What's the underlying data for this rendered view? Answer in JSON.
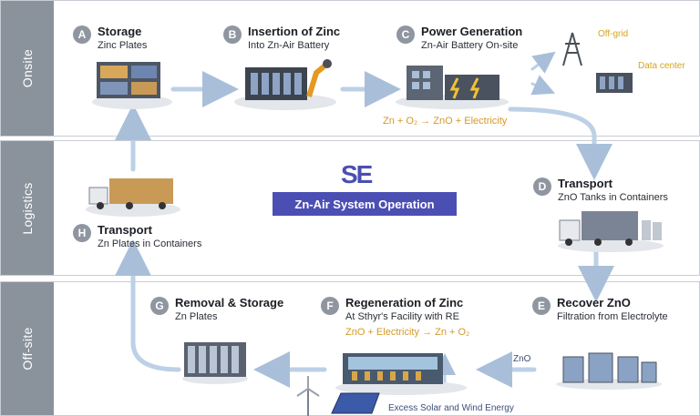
{
  "bands": {
    "onsite": "Onsite",
    "logistics": "Logistics",
    "offsite": "Off-site"
  },
  "center": {
    "logo": "SE",
    "title": "Zn-Air System Operation"
  },
  "steps": {
    "a": {
      "badge": "A",
      "title": "Storage",
      "subtitle": "Zinc Plates"
    },
    "b": {
      "badge": "B",
      "title": "Insertion of Zinc",
      "subtitle": "Into Zn-Air Battery"
    },
    "c": {
      "badge": "C",
      "title": "Power Generation",
      "subtitle": "Zn-Air Battery On-site"
    },
    "d": {
      "badge": "D",
      "title": "Transport",
      "subtitle": "ZnO Tanks in Containers"
    },
    "e": {
      "badge": "E",
      "title": "Recover ZnO",
      "subtitle": "Filtration from Electrolyte"
    },
    "f": {
      "badge": "F",
      "title": "Regeneration of Zinc",
      "subtitle": "At Sthyr's Facility with RE"
    },
    "g": {
      "badge": "G",
      "title": "Removal & Storage",
      "subtitle": "Zn Plates"
    },
    "h": {
      "badge": "H",
      "title": "Transport",
      "subtitle": "Zn Plates in Containers"
    }
  },
  "equations": {
    "power": "Zn + O₂ → ZnO + Electricity",
    "regen": "ZnO + Electricity → Zn + O₂"
  },
  "tags": {
    "offgrid": "Off-grid",
    "datacenter": "Data center",
    "zno": "ZnO",
    "excess": "Excess Solar and Wind Energy"
  },
  "colors": {
    "band_label": "#8a929c",
    "arrow": "#a9bfd9",
    "accent": "#4b4fb3",
    "equation": "#d49a2a"
  }
}
